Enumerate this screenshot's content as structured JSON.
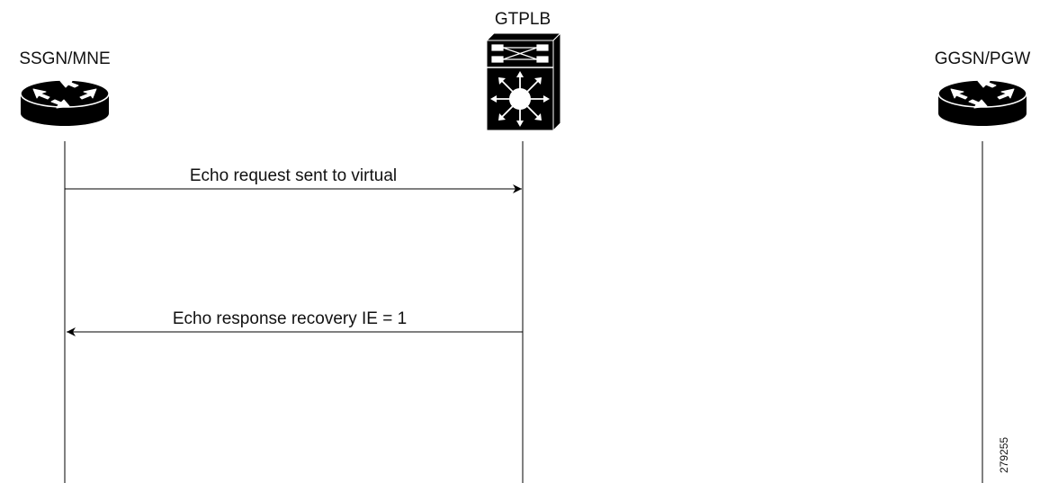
{
  "nodes": {
    "left": {
      "label": "SSGN/MNE",
      "icon": "router-icon"
    },
    "middle": {
      "label": "GTPLB",
      "icon": "layer3-switch-icon"
    },
    "right": {
      "label": "GGSN/PGW",
      "icon": "router-icon"
    }
  },
  "messages": [
    {
      "label": "Echo request sent to virtual",
      "from": "left",
      "to": "middle"
    },
    {
      "label": "Echo response recovery IE = 1",
      "from": "middle",
      "to": "left"
    }
  ],
  "figure_id": "279255",
  "colors": {
    "line": "#000000",
    "text": "#111111",
    "icon_dark": "#000000",
    "icon_light": "#ffffff"
  }
}
